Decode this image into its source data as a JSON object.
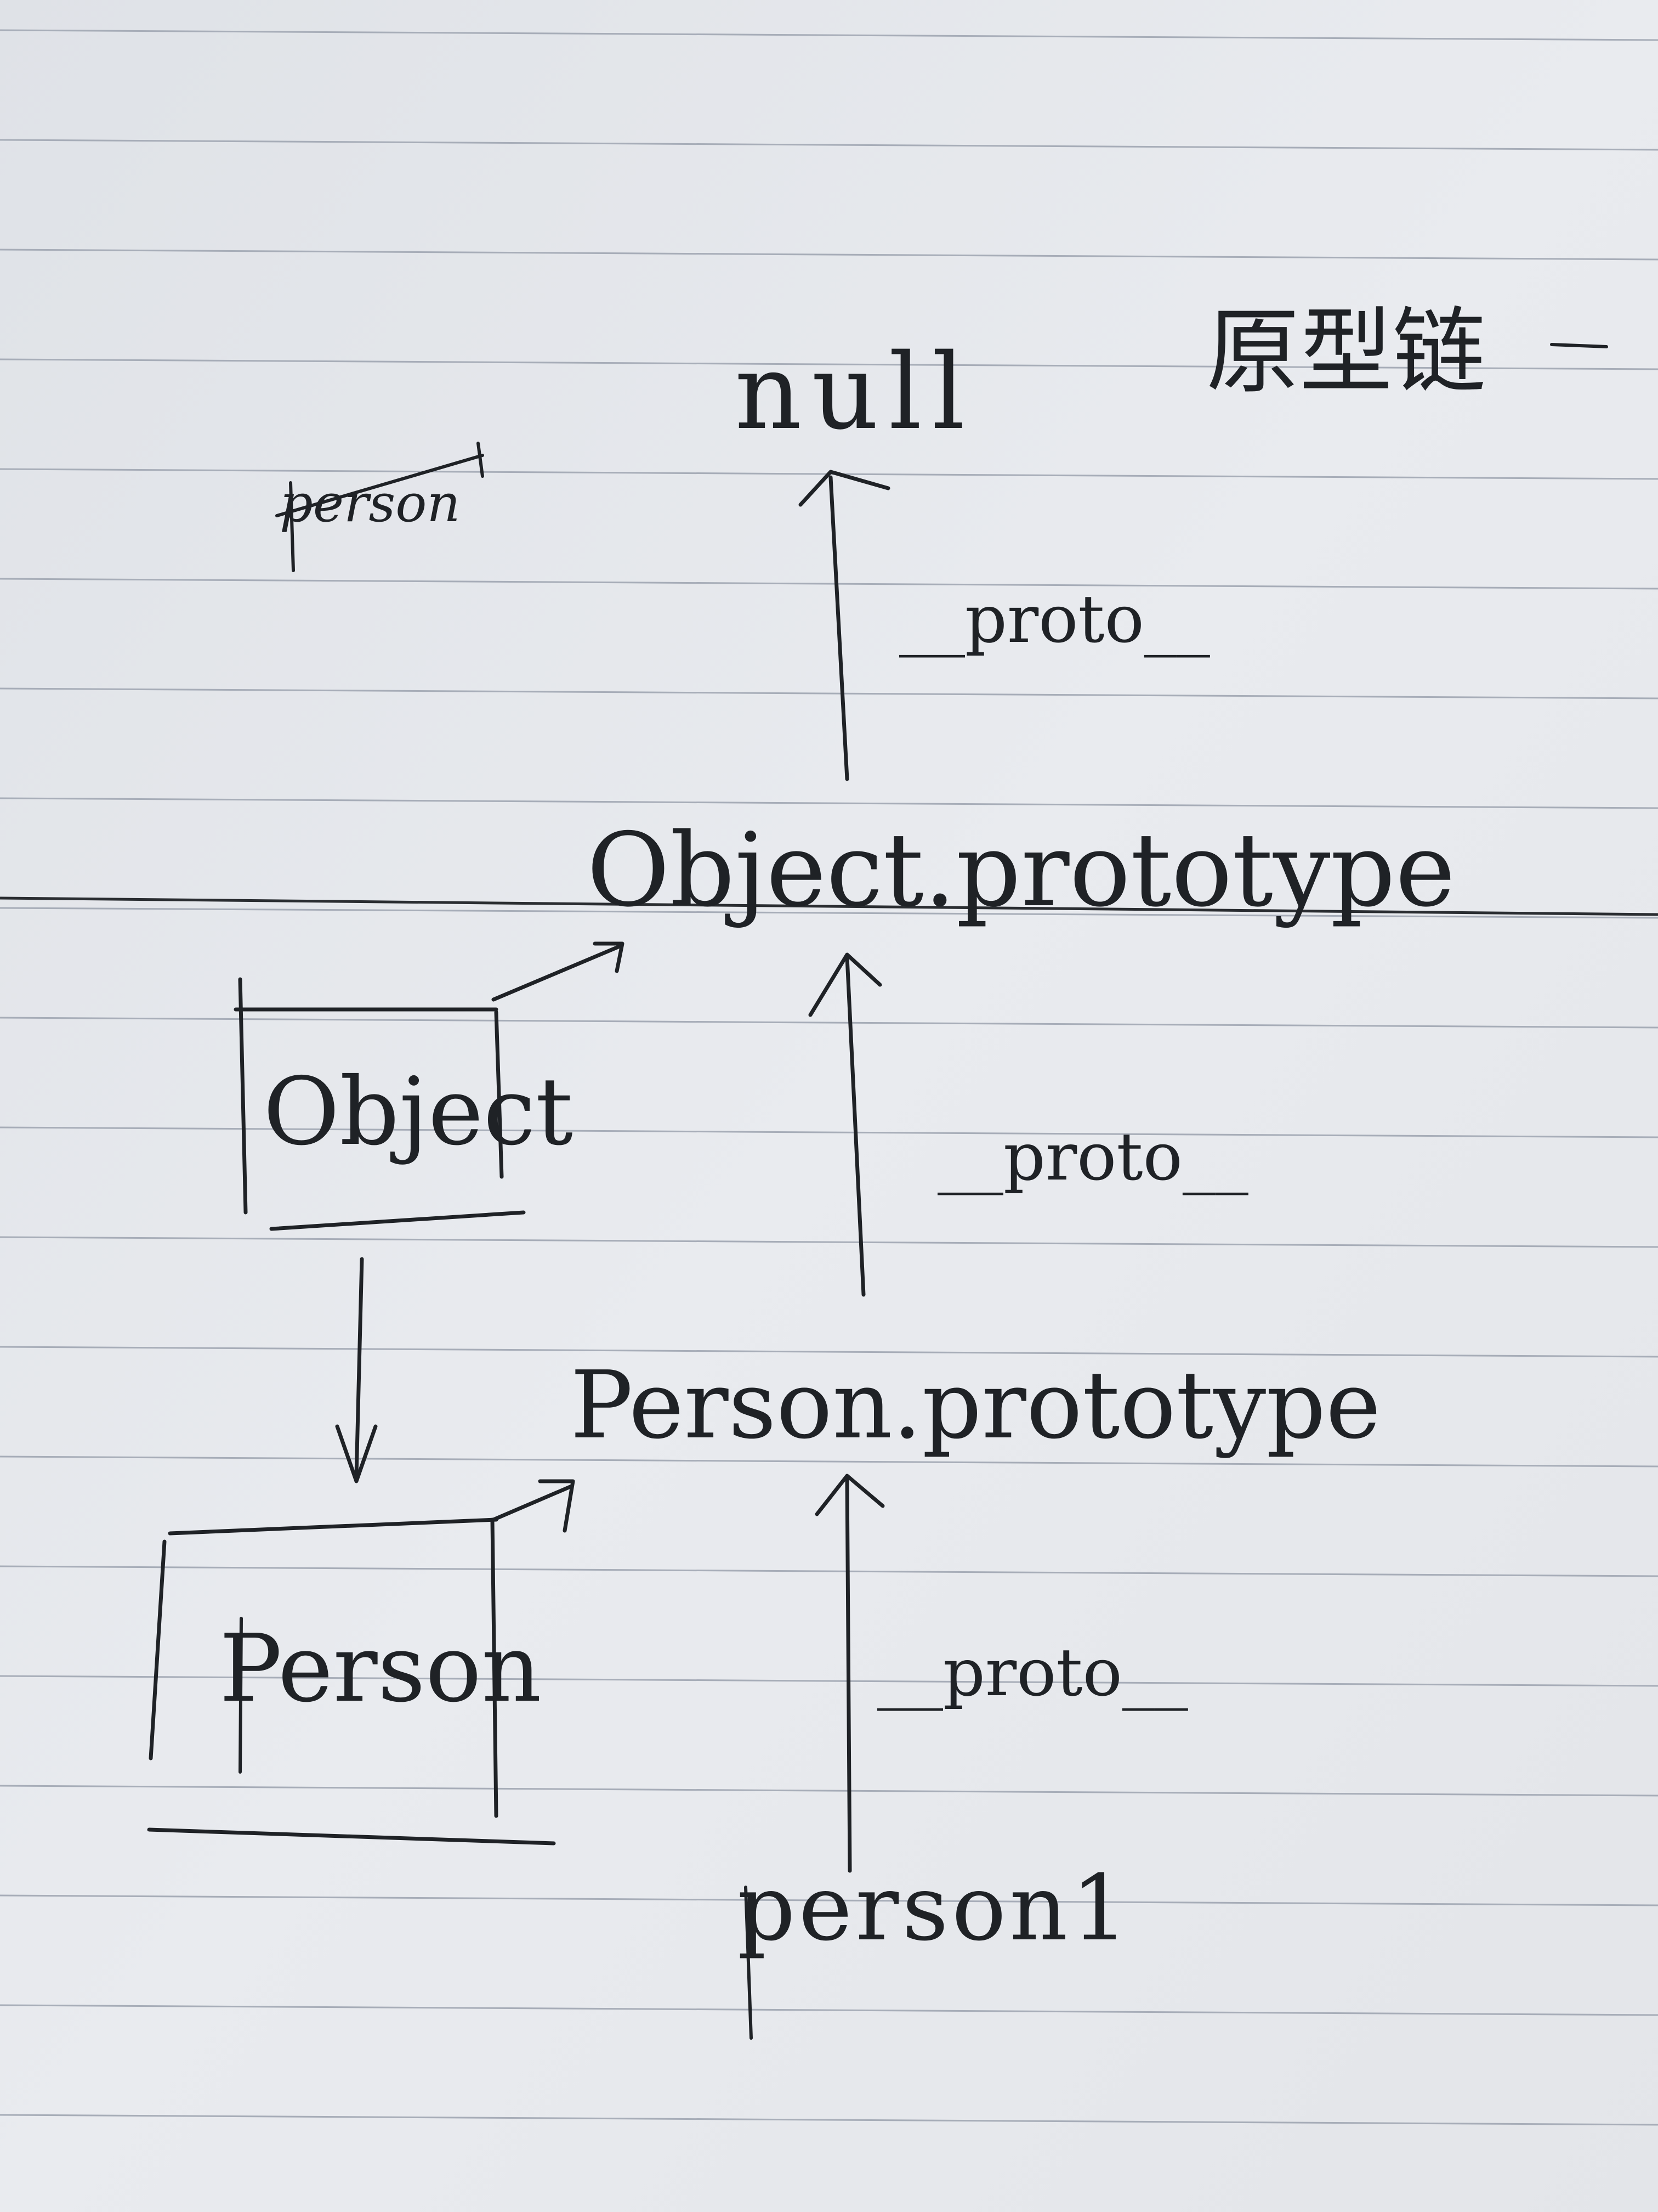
{
  "title": "原型链",
  "nodes": {
    "null_label": "null",
    "object_prototype_label": "Object.prototype",
    "object_label": "Object",
    "person_prototype_label": "Person.prototype",
    "person_label": "Person",
    "person1_label": "person1",
    "struck_label": "person"
  },
  "links": {
    "proto_top": "__proto__",
    "proto_middle": "__proto__",
    "proto_bottom": "__proto__"
  },
  "colors": {
    "paper": "#e6e8ec",
    "rule_line": "#a7adb8",
    "ink": "#1f2226"
  }
}
